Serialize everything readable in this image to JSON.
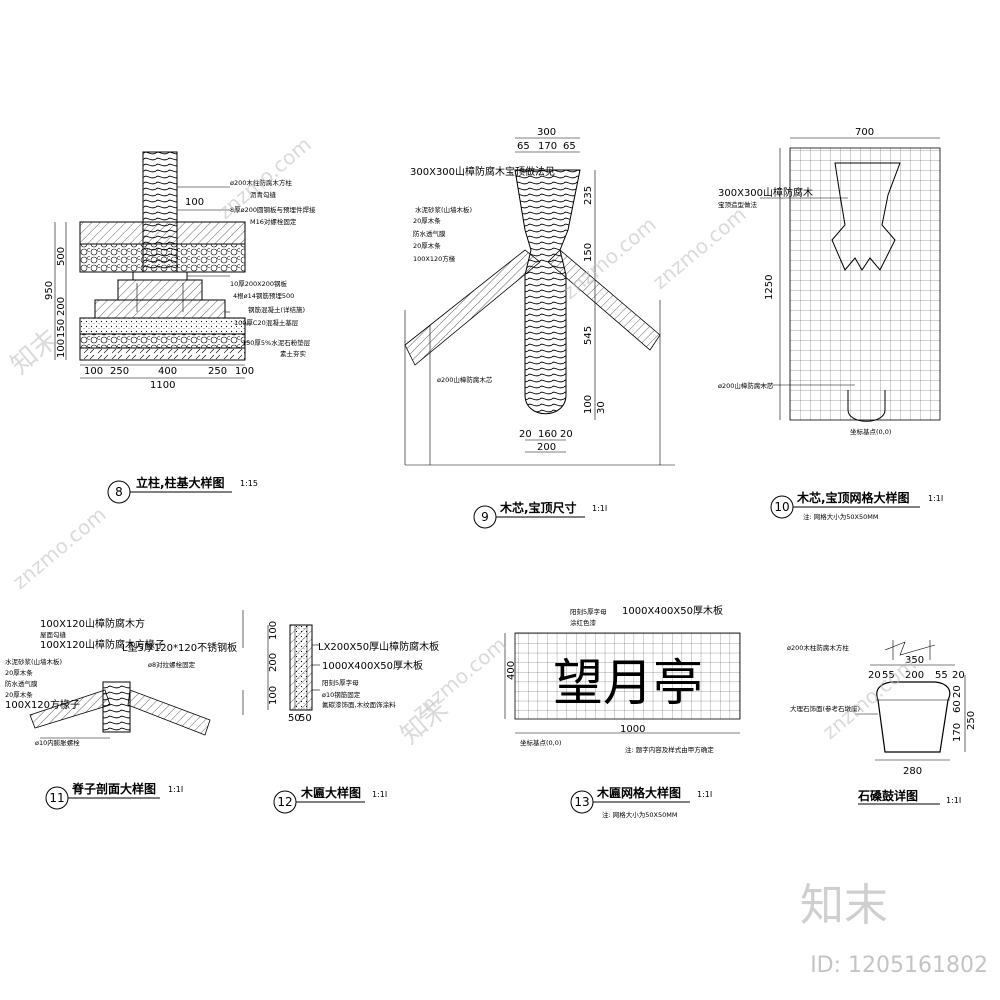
{
  "details": [
    {
      "id": "detail-8",
      "number": "8",
      "title": "立柱,柱基大样图",
      "scale": "1:15",
      "callouts": [
        "ø200木柱防腐木方柱",
        "沥青勾缝",
        "8厚ø200圆钢板与预埋件焊接",
        "M16对螺栓固定",
        "10厚200X200钢板",
        "4根ø14钢筋预埋500",
        "钢筋混凝土(详结施)",
        "100厚C20混凝土基层",
        "150厚5%水泥石粉垫层",
        "素土夯实"
      ],
      "dims": {
        "bottom": [
          "100",
          "250",
          "400",
          "250",
          "100"
        ],
        "total": "1100",
        "left": [
          "500",
          "950",
          "200",
          "150",
          "100"
        ],
        "top": [
          "100"
        ]
      }
    },
    {
      "id": "detail-9",
      "number": "9",
      "title": "木芯,宝顶尺寸",
      "scale": "1:1I",
      "callouts": [
        "300X300山樟防腐木宝顶做法见",
        "水泥砂浆(山墙木板)",
        "20厚木条",
        "防水透气膜",
        "20厚木条",
        "100X120方椽"
      ],
      "bottom_callout": "ø200山樟防腐木芯",
      "dims": {
        "top": "300",
        "top_parts": [
          "65",
          "170",
          "65"
        ],
        "right": [
          "235",
          "150",
          "545",
          "100",
          "30"
        ],
        "bottom": [
          "20",
          "160",
          "20"
        ],
        "bottom_total": "200"
      }
    },
    {
      "id": "detail-10",
      "number": "10",
      "title": "木芯,宝顶网格大样图",
      "scale": "1:1I",
      "note": "注: 网格大小为50X50MM",
      "callouts": [
        "300X300山樟防腐木",
        "宝顶造型做法",
        "ø200山樟防腐木芯"
      ],
      "origin": "坐标基点(0,0)",
      "dims": {
        "top": "700",
        "left": "1250"
      }
    },
    {
      "id": "detail-11",
      "number": "11",
      "title": "脊子剖面大样图",
      "scale": "1:1I",
      "callouts": [
        "100X120山樟防腐木方",
        "屋面勾缝",
        "100X120山樟防腐木方椽子",
        "L型5厚120*120不锈钢板",
        "水泥砂浆(山墙木板)",
        "20厚木条",
        "防水透气膜",
        "20厚木条",
        "100X120方椽子",
        "ø8对拉螺栓固定",
        "ø10内膨胀螺栓"
      ]
    },
    {
      "id": "detail-12",
      "number": "12",
      "title": "木匾大样图",
      "scale": "1:1I",
      "callouts": [
        "LX200X50厚山樟防腐木板",
        "1000X400X50厚木板",
        "阳刻5厚字母",
        "ø10钢筋固定",
        "氟碳漆饰面,木纹面饰涂料"
      ],
      "dims": {
        "left": [
          "100",
          "200",
          "100"
        ],
        "bottom": [
          "50",
          "50"
        ]
      }
    },
    {
      "id": "detail-13",
      "number": "13",
      "title": "木匾网格大样图",
      "scale": "1:1I",
      "note": "注: 网格大小为50X50MM",
      "callouts": [
        "阳刻5厚字母",
        "涂红色漆",
        "1000X400X50厚木板"
      ],
      "sign_text": "望月亭",
      "origin": "坐标基点(0,0)",
      "footnote": "注: 题字内容及样式由甲方确定",
      "dims": {
        "left": "400",
        "bottom": "1000"
      }
    },
    {
      "id": "detail-stone",
      "title": "石磉鼓详图",
      "scale": "1:1I",
      "callouts": [
        "ø200木柱防腐木方柱",
        "大理石饰面(参考石墩座)"
      ],
      "dims": {
        "top": "350",
        "top_parts": [
          "20",
          "55",
          "200",
          "55",
          "20"
        ],
        "right": [
          "20",
          "60",
          "170",
          "250"
        ],
        "bottom": "280"
      }
    }
  ],
  "watermark": {
    "brand": "知末",
    "site": "znzmo.com",
    "id_label": "ID: 1205161802"
  }
}
